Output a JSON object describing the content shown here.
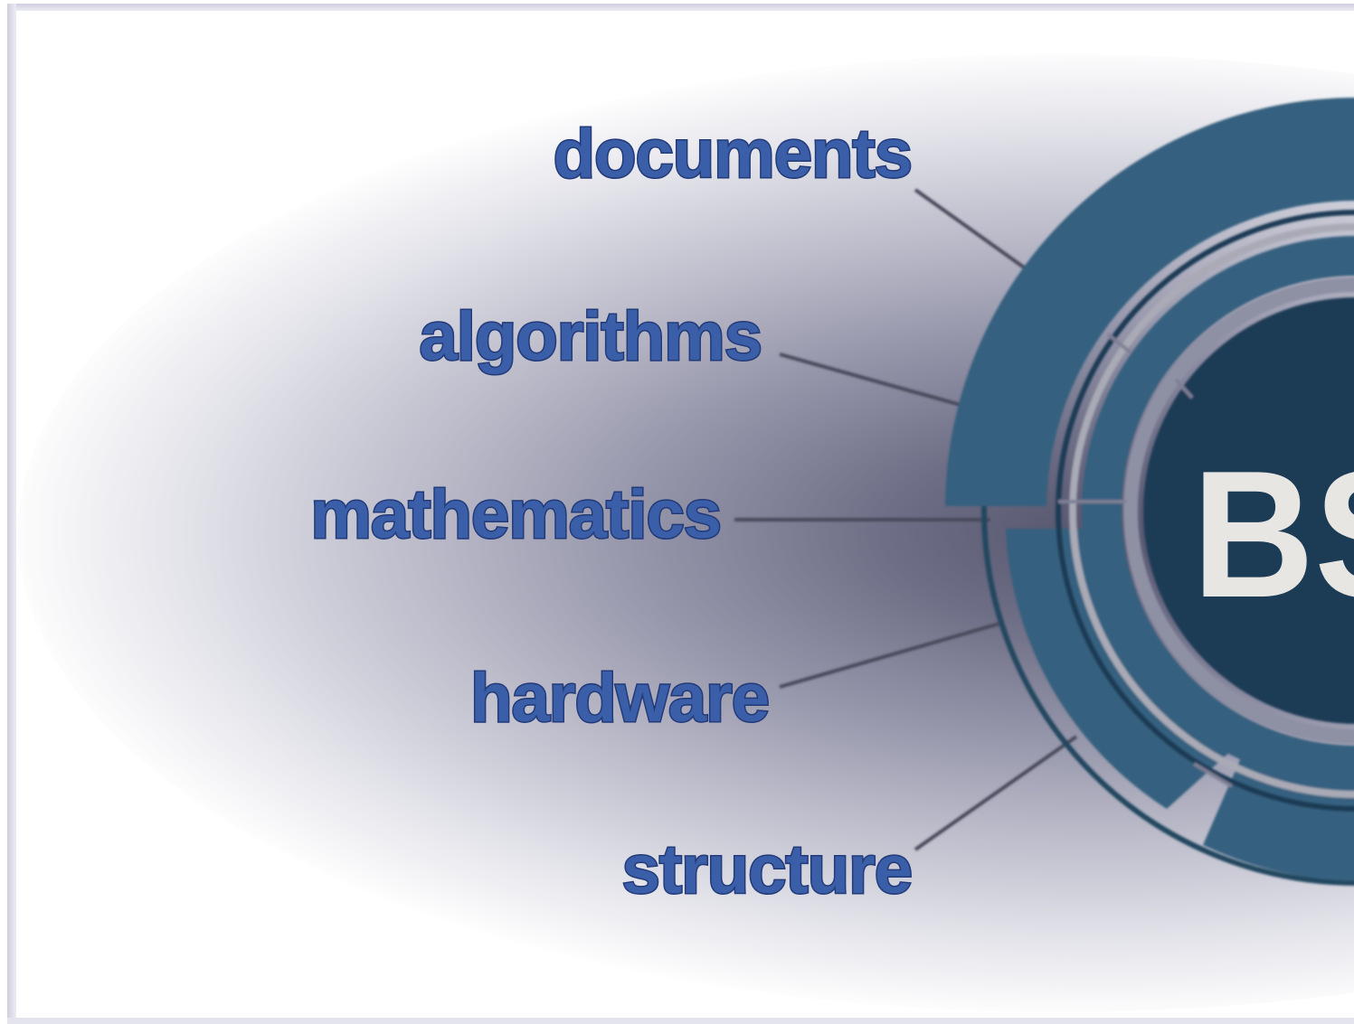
{
  "labels": [
    "documents",
    "algorithms",
    "mathematics",
    "hardware",
    "structure"
  ],
  "logo": {
    "text": "BS"
  },
  "colors": {
    "label_fill": "#3a5fa8",
    "label_outline": "#233a78",
    "ring": "#36607f",
    "core": "#1b3a55",
    "logo_text": "#e8e6e2"
  }
}
